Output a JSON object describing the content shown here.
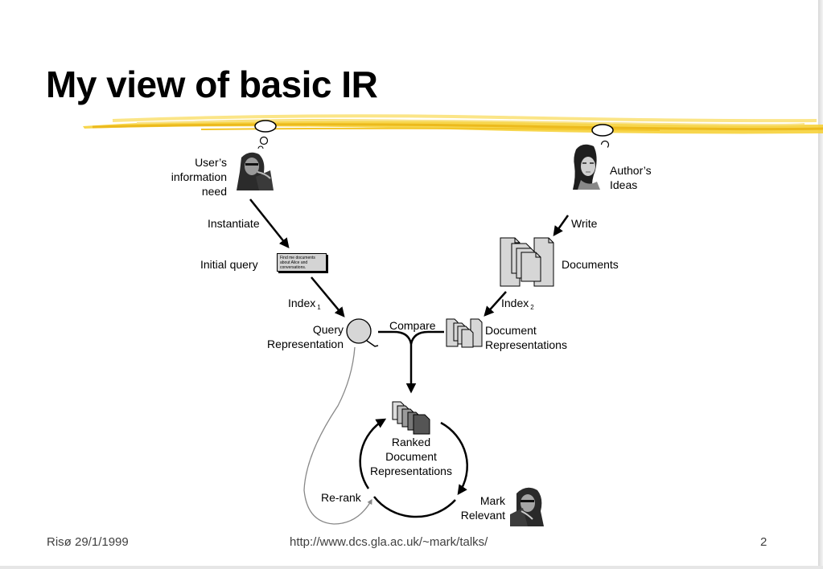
{
  "title": "My view of basic IR",
  "labels": {
    "users_info_need": [
      "User’s",
      "information",
      "need"
    ],
    "authors_ideas": [
      "Author’s",
      "Ideas"
    ],
    "instantiate": "Instantiate",
    "write": "Write",
    "initial_query": "Initial query",
    "documents": "Documents",
    "index1": "Index",
    "index1_sub": "1",
    "index2": "Index",
    "index2_sub": "2",
    "query_rep": [
      "Query",
      "Representation"
    ],
    "compare": "Compare",
    "doc_rep": [
      "Document",
      "Representations"
    ],
    "ranked": [
      "Ranked",
      "Document",
      "Representations"
    ],
    "rerank": "Re-rank",
    "mark_relevant": [
      "Mark",
      "Relevant"
    ]
  },
  "query_card_text": "Find me documents about Alice and conversations.",
  "footer": {
    "left": "Risø 29/1/1999",
    "center": "http://www.dcs.gla.ac.uk/~mark/talks/",
    "page": "2"
  },
  "colors": {
    "highlight_stroke": "#f2c418",
    "highlight_light": "#fbe27a",
    "doc_fill": "#d6d6d6",
    "doc_dark": "#555555",
    "feedback_line": "#888888"
  }
}
